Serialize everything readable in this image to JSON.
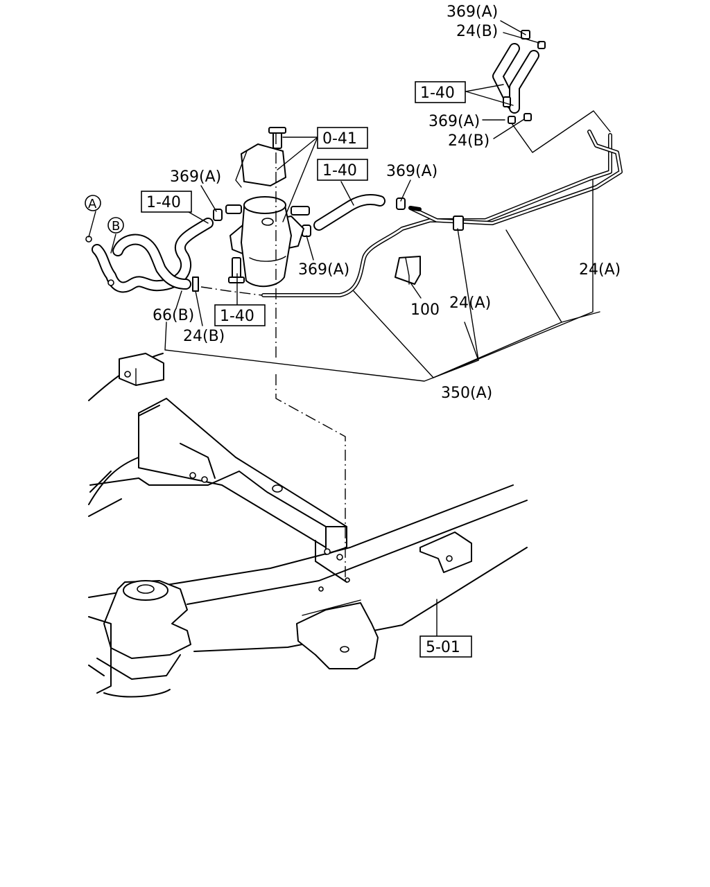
{
  "labels": {
    "part_369a": "369(A)",
    "part_24b": "24(B)",
    "part_24a": "24(A)",
    "part_66b": "66(B)",
    "part_100": "100",
    "part_350a": "350(A)"
  },
  "ref_boxes": {
    "ref_1_40": "1-40",
    "ref_0_41": "0-41",
    "ref_5_01": "5-01"
  },
  "markers": {
    "a": "A",
    "b": "B"
  }
}
